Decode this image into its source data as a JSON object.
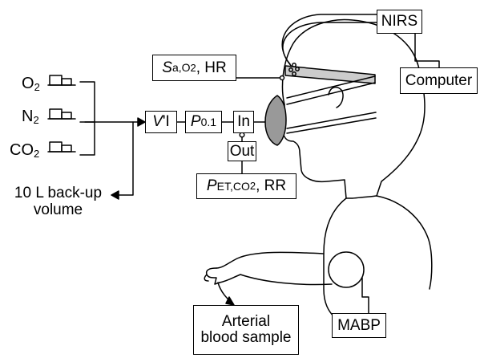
{
  "gases": {
    "o2": {
      "label": "O",
      "sub": "2"
    },
    "n2": {
      "label": "N",
      "sub": "2"
    },
    "co2": {
      "label": "CO",
      "sub": "2"
    }
  },
  "backup": {
    "line1": "10 L back-up",
    "line2": "volume"
  },
  "boxes": {
    "vi": {
      "sym": "V",
      "rest": "'I"
    },
    "p01": {
      "sym": "P",
      "sub": "0.1"
    },
    "in": "In",
    "out": "Out",
    "sao2": {
      "sym": "S",
      "sub_a": "a,O",
      "sub_2": "2",
      "rest": ", HR"
    },
    "petco2": {
      "sym": "P",
      "sub_a": "ET,CO",
      "sub_2": "2",
      "rest": ", RR"
    },
    "nirs": "NIRS",
    "computer": "Computer",
    "arterial": {
      "line1": "Arterial",
      "line2": "blood sample"
    },
    "mabp": "MABP"
  },
  "colors": {
    "line": "#000000",
    "mask": "#999999",
    "background": "#ffffff"
  }
}
